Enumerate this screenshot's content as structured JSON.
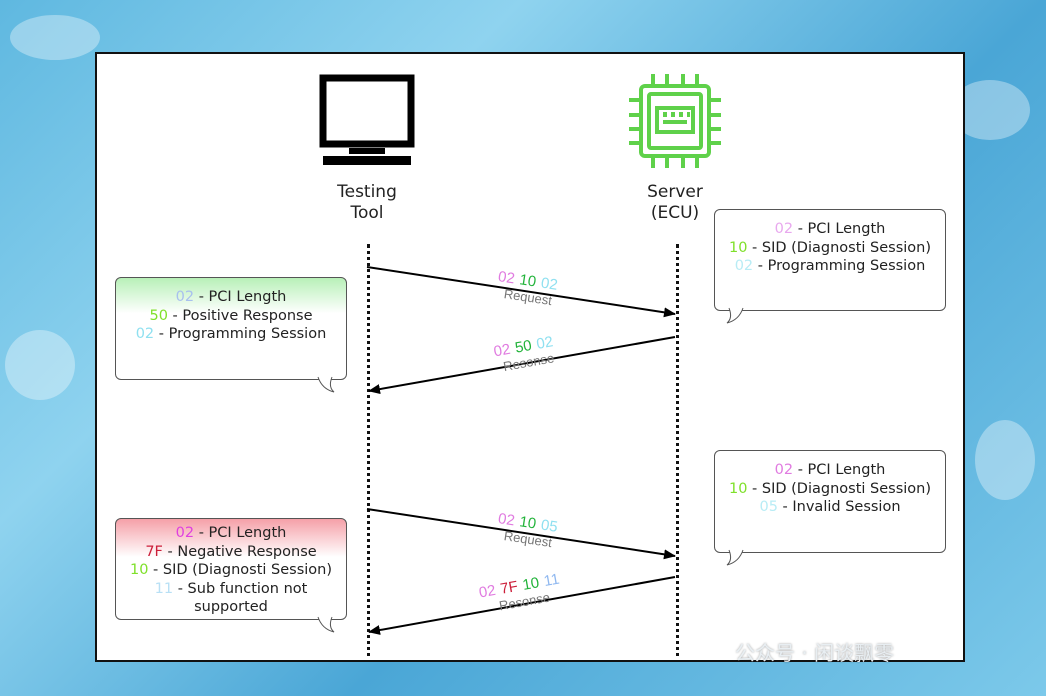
{
  "actors": {
    "tool": {
      "label_line1": "Testing",
      "label_line2": "Tool",
      "icon": "monitor-icon"
    },
    "server": {
      "label_line1": "Server",
      "label_line2": "(ECU)",
      "icon": "chip-icon"
    }
  },
  "messages": [
    {
      "bytes": [
        "02",
        "10",
        "02"
      ],
      "byte_colors": [
        "#e07be0",
        "#22b33a",
        "#8fe0f0"
      ],
      "label": "Request"
    },
    {
      "bytes": [
        "02",
        "50",
        "02"
      ],
      "byte_colors": [
        "#e07be0",
        "#22b33a",
        "#8fe0f0"
      ],
      "label": "Resonse"
    },
    {
      "bytes": [
        "02",
        "10",
        "05"
      ],
      "byte_colors": [
        "#e07be0",
        "#22b33a",
        "#8fe0f0"
      ],
      "label": "Request"
    },
    {
      "bytes": [
        "02",
        "7F",
        "10",
        "11"
      ],
      "byte_colors": [
        "#e07be0",
        "#cc1f3a",
        "#22b33a",
        "#8fb8f0"
      ],
      "label": "Resonse"
    }
  ],
  "bubbles": {
    "server1": {
      "lines": [
        {
          "code": "02",
          "code_color": "#e8a8ee",
          "text": " - PCI Length"
        },
        {
          "code": "10",
          "code_color": "#7fe02a",
          "text": " - SID (Diagnosti Session)"
        },
        {
          "code": "02",
          "code_color": "#b8ecf5",
          "text": " - Programming Session"
        }
      ]
    },
    "tool1": {
      "lines": [
        {
          "code": "02",
          "code_color": "#a8c0ee",
          "text": " - PCI Length"
        },
        {
          "code": "50",
          "code_color": "#7fe02a",
          "text": " - Positive Response"
        },
        {
          "code": "02",
          "code_color": "#8fe0f0",
          "text": " - Programming Session"
        }
      ]
    },
    "server2": {
      "lines": [
        {
          "code": "02",
          "code_color": "#e07be0",
          "text": " - PCI Length"
        },
        {
          "code": "10",
          "code_color": "#7fe02a",
          "text": " - SID (Diagnosti Session)"
        },
        {
          "code": "05",
          "code_color": "#b8ecf5",
          "text": " - Invalid Session"
        }
      ]
    },
    "tool2": {
      "lines": [
        {
          "code": "02",
          "code_color": "#e040e0",
          "text": " - PCI Length"
        },
        {
          "code": "7F",
          "code_color": "#cc1f3a",
          "text": " - Negative Response"
        },
        {
          "code": "10",
          "code_color": "#7fe02a",
          "text": " - SID (Diagnosti Session)"
        },
        {
          "code": "11",
          "code_color": "#b8e0f5",
          "text": " - Sub function not"
        },
        {
          "code": "",
          "code_color": "#000000",
          "text": "supported"
        }
      ]
    }
  },
  "colors": {
    "tool1_gradient_top": "#b8f0b8",
    "tool2_gradient_top": "#f5a0a8",
    "chip_color": "#5fd14a"
  },
  "watermark": "公众号 · 闲谈飘零"
}
